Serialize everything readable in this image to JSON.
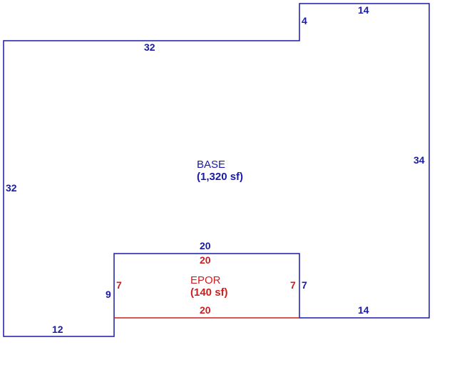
{
  "colors": {
    "base": "#1a1aaa",
    "epor": "#cc1f1f",
    "background": "#ffffff"
  },
  "areas": {
    "base": {
      "name": "BASE",
      "size": "(1,320 sf)"
    },
    "epor": {
      "name": "EPOR",
      "size": "(140 sf)"
    }
  },
  "dimensions": {
    "base": {
      "top_left": "32",
      "step": "4",
      "top_right": "14",
      "right": "34",
      "left": "32",
      "bottom_left": "12",
      "bottom_right": "14",
      "notch_left": "9",
      "notch_right": "7",
      "notch_top": "20"
    },
    "epor": {
      "top": "20",
      "bottom": "20",
      "left": "7",
      "right": "7"
    }
  }
}
